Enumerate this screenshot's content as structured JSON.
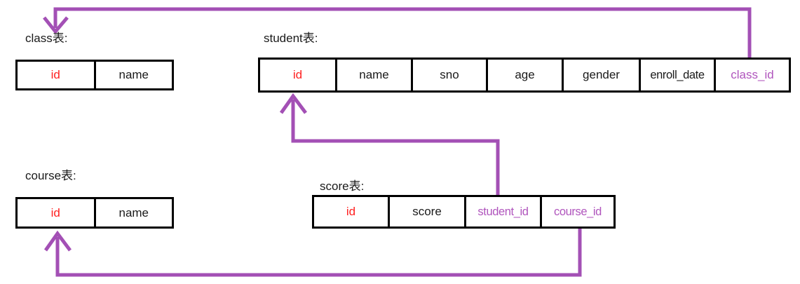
{
  "diagram": {
    "type": "database-schema-relationship",
    "colors": {
      "primary_key": "#ff2020",
      "foreign_key": "#b055bd",
      "link_line": "#a350b5",
      "border": "#000000",
      "text": "#1a1a1a",
      "background": "#ffffff"
    }
  },
  "tables": [
    {
      "id": "class",
      "title": "class表:",
      "columns": [
        {
          "label": "id",
          "role": "pk"
        },
        {
          "label": "name",
          "role": "plain"
        }
      ]
    },
    {
      "id": "student",
      "title": "student表:",
      "columns": [
        {
          "label": "id",
          "role": "pk"
        },
        {
          "label": "name",
          "role": "plain"
        },
        {
          "label": "sno",
          "role": "plain"
        },
        {
          "label": "age",
          "role": "plain"
        },
        {
          "label": "gender",
          "role": "plain"
        },
        {
          "label": "enroll_date",
          "role": "plain"
        },
        {
          "label": "class_id",
          "role": "fk"
        }
      ]
    },
    {
      "id": "course",
      "title": "course表:",
      "columns": [
        {
          "label": "id",
          "role": "pk"
        },
        {
          "label": "name",
          "role": "plain"
        }
      ]
    },
    {
      "id": "score",
      "title": "score表:",
      "columns": [
        {
          "label": "id",
          "role": "pk"
        },
        {
          "label": "score",
          "role": "plain"
        },
        {
          "label": "student_id",
          "role": "fk"
        },
        {
          "label": "course_id",
          "role": "fk"
        }
      ]
    }
  ],
  "relationships": [
    {
      "id": "student-class",
      "from": "student.class_id",
      "to": "class.id",
      "direction": "down"
    },
    {
      "id": "score-student",
      "from": "score.student_id",
      "to": "student.id",
      "direction": "up"
    },
    {
      "id": "score-course",
      "from": "score.course_id",
      "to": "course.id",
      "direction": "up"
    }
  ]
}
